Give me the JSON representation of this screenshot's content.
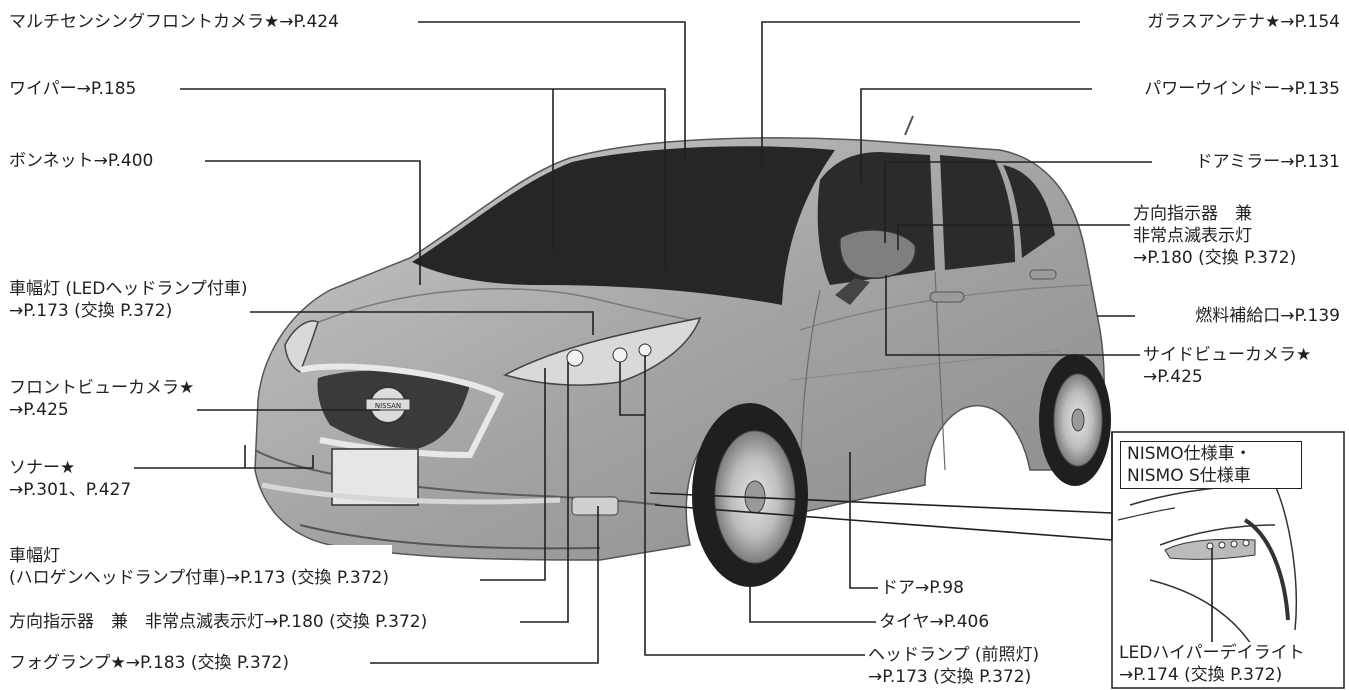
{
  "labels": {
    "front_camera": "マルチセンシングフロントカメラ★→P.424",
    "wiper": "ワイパー→P.185",
    "bonnet": "ボンネット→P.400",
    "width_lamp_led_1": "車幅灯 (LEDヘッドランプ付車)",
    "width_lamp_led_2": "→P.173 (交換 P.372)",
    "front_view_camera_1": "フロントビューカメラ★",
    "front_view_camera_2": "→P.425",
    "sonar_1": "ソナー★",
    "sonar_2": "→P.301、P.427",
    "width_lamp_halogen_1": "車幅灯",
    "width_lamp_halogen_2": "(ハロゲンヘッドランプ付車)→P.173 (交換 P.372)",
    "turn_signal_front": "方向指示器　兼　非常点滅表示灯→P.180 (交換 P.372)",
    "fog_lamp": "フォグランプ★→P.183 (交換 P.372)",
    "glass_antenna": "ガラスアンテナ★→P.154",
    "power_window": "パワーウインドー→P.135",
    "door_mirror": "ドアミラー→P.131",
    "turn_signal_mirror_1": "方向指示器　兼",
    "turn_signal_mirror_2": "非常点滅表示灯",
    "turn_signal_mirror_3": "→P.180 (交換 P.372)",
    "fuel_lid": "燃料補給口→P.139",
    "side_view_camera_1": "サイドビューカメラ★",
    "side_view_camera_2": "→P.425",
    "door": "ドア→P.98",
    "tire": "タイヤ→P.406",
    "headlamp_1": "ヘッドランプ (前照灯)",
    "headlamp_2": "→P.173 (交換 P.372)"
  },
  "inset": {
    "title_1": "NISMO仕様車・",
    "title_2": "NISMO S仕様車",
    "daylight_1": "LEDハイパーデイライト",
    "daylight_2": "→P.174 (交換 P.372)"
  },
  "vehicle_badge": "NISSAN",
  "colors": {
    "ink": "#231f20",
    "body": "#a9a9a9",
    "glass": "#2a2a2a"
  }
}
